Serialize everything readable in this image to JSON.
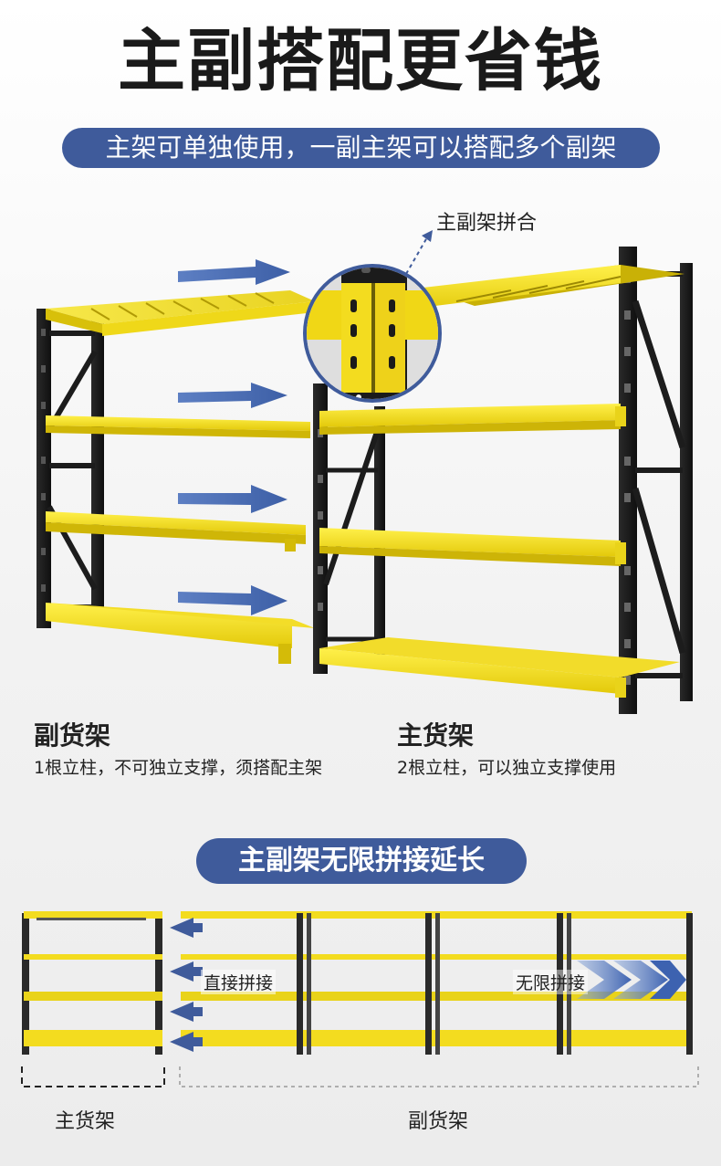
{
  "headline": "主副搭配更省钱",
  "subtitle": "主架可单独使用，一副主架可以搭配多个副架",
  "callout": "主副架拼合",
  "secondary_rack": {
    "name": "副货架",
    "desc": "1根立柱，不可独立支撑，须搭配主架"
  },
  "main_rack": {
    "name": "主货架",
    "desc": "2根立柱，可以独立支撑使用"
  },
  "section2_title": "主副架无限拼接延长",
  "join_note": "直接拼接",
  "extend_note": "无限拼接",
  "bottom_main_label": "主货架",
  "bottom_secondary_label": "副货架",
  "colors": {
    "accent_blue": "#3f5b9b",
    "shelf_yellow": "#f5e11c",
    "frame_black": "#1c1c1c"
  }
}
